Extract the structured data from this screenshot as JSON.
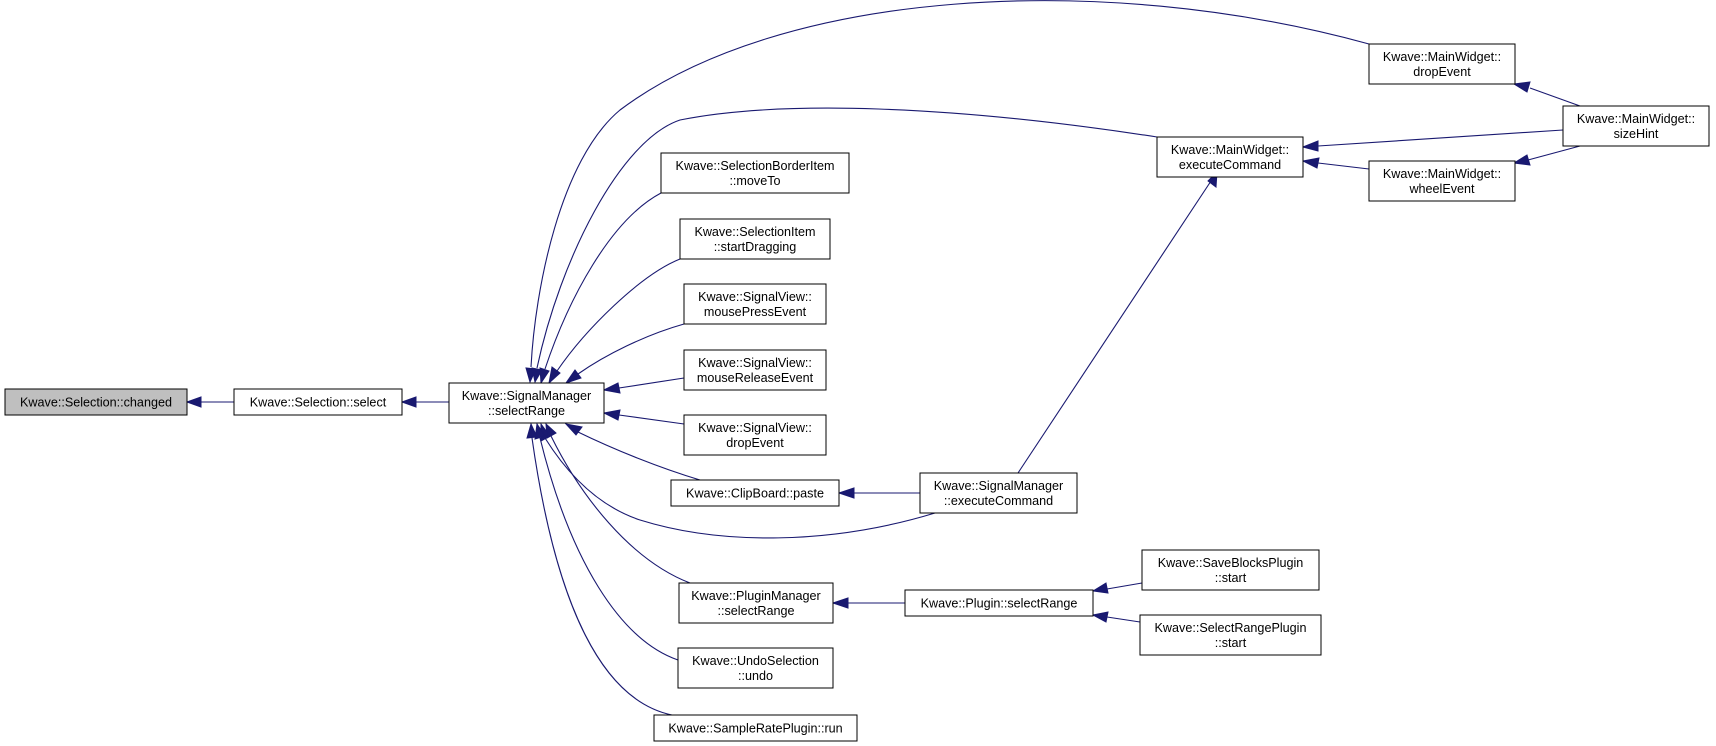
{
  "nodes": {
    "selection_changed": [
      "Kwave::Selection::changed"
    ],
    "selection_select": [
      "Kwave::Selection::select"
    ],
    "signalmanager_selectrange": [
      "Kwave::SignalManager",
      "::selectRange"
    ],
    "mainwidget_dropevent": [
      "Kwave::MainWidget::",
      "dropEvent"
    ],
    "mainwidget_executecommand": [
      "Kwave::MainWidget::",
      "executeCommand"
    ],
    "mainwidget_sizehint": [
      "Kwave::MainWidget::",
      "sizeHint"
    ],
    "mainwidget_wheelevent": [
      "Kwave::MainWidget::",
      "wheelEvent"
    ],
    "selectionborderitem_moveto": [
      "Kwave::SelectionBorderItem",
      "::moveTo"
    ],
    "selectionitem_startdragging": [
      "Kwave::SelectionItem",
      "::startDragging"
    ],
    "signalview_mousepressevent": [
      "Kwave::SignalView::",
      "mousePressEvent"
    ],
    "signalview_mousereleaseevent": [
      "Kwave::SignalView::",
      "mouseReleaseEvent"
    ],
    "signalview_dropevent": [
      "Kwave::SignalView::",
      "dropEvent"
    ],
    "clipboard_paste": [
      "Kwave::ClipBoard::paste"
    ],
    "signalmanager_executecommand": [
      "Kwave::SignalManager",
      "::executeCommand"
    ],
    "pluginmanager_selectrange": [
      "Kwave::PluginManager",
      "::selectRange"
    ],
    "plugin_selectrange": [
      "Kwave::Plugin::selectRange"
    ],
    "saveblocksplugin_start": [
      "Kwave::SaveBlocksPlugin",
      "::start"
    ],
    "selectrangeplugin_start": [
      "Kwave::SelectRangePlugin",
      "::start"
    ],
    "undoselection_undo": [
      "Kwave::UndoSelection",
      "::undo"
    ],
    "sampleratesplugin_run": [
      "Kwave::SampleRatePlugin::run"
    ]
  },
  "edges": [
    {
      "from": "selection_select",
      "to": "selection_changed"
    },
    {
      "from": "signalmanager_selectrange",
      "to": "selection_select"
    },
    {
      "from": "mainwidget_dropevent",
      "to": "signalmanager_selectrange"
    },
    {
      "from": "mainwidget_executecommand",
      "to": "signalmanager_selectrange"
    },
    {
      "from": "selectionborderitem_moveto",
      "to": "signalmanager_selectrange"
    },
    {
      "from": "selectionitem_startdragging",
      "to": "signalmanager_selectrange"
    },
    {
      "from": "signalview_mousepressevent",
      "to": "signalmanager_selectrange"
    },
    {
      "from": "signalview_mousereleaseevent",
      "to": "signalmanager_selectrange"
    },
    {
      "from": "signalview_dropevent",
      "to": "signalmanager_selectrange"
    },
    {
      "from": "clipboard_paste",
      "to": "signalmanager_selectrange"
    },
    {
      "from": "signalmanager_executecommand",
      "to": "signalmanager_selectrange"
    },
    {
      "from": "pluginmanager_selectrange",
      "to": "signalmanager_selectrange"
    },
    {
      "from": "undoselection_undo",
      "to": "signalmanager_selectrange"
    },
    {
      "from": "sampleratesplugin_run",
      "to": "signalmanager_selectrange"
    },
    {
      "from": "mainwidget_sizehint",
      "to": "mainwidget_dropevent"
    },
    {
      "from": "mainwidget_sizehint",
      "to": "mainwidget_executecommand"
    },
    {
      "from": "mainwidget_wheelevent",
      "to": "mainwidget_executecommand"
    },
    {
      "from": "mainwidget_sizehint",
      "to": "mainwidget_wheelevent"
    },
    {
      "from": "signalmanager_executecommand",
      "to": "mainwidget_executecommand"
    },
    {
      "from": "signalmanager_executecommand",
      "to": "clipboard_paste"
    },
    {
      "from": "plugin_selectrange",
      "to": "pluginmanager_selectrange"
    },
    {
      "from": "saveblocksplugin_start",
      "to": "plugin_selectrange"
    },
    {
      "from": "selectrangeplugin_start",
      "to": "plugin_selectrange"
    }
  ],
  "colors": {
    "edge": "#191970",
    "root_fill": "#bfbfbf",
    "node_fill": "#ffffff",
    "node_stroke": "#000000"
  }
}
